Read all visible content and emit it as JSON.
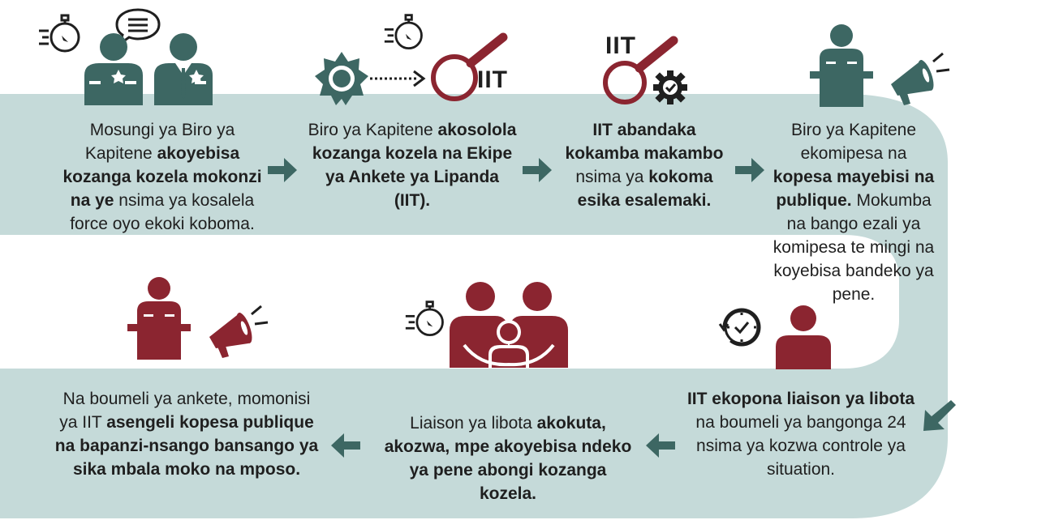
{
  "colors": {
    "band": "#c5dad9",
    "teal": "#3d6763",
    "maroon": "#8b2530",
    "dark": "#1f1f1f"
  },
  "steps": [
    {
      "segments": [
        {
          "t": "Mosungi ya Biro ya Kapitene ",
          "b": false
        },
        {
          "t": "akoyebisa kozanga kozela mokonzi na ye",
          "b": true
        },
        {
          "t": " nsima ya kosalela force oyo ekoki koboma.",
          "b": false
        }
      ]
    },
    {
      "segments": [
        {
          "t": "Biro ya Kapitene ",
          "b": false
        },
        {
          "t": "akosolola kozanga kozela na Ekipe ya Ankete ya Lipanda (IIT).",
          "b": true
        }
      ]
    },
    {
      "segments": [
        {
          "t": "IIT abandaka kokamba makambo",
          "b": true
        },
        {
          "t": " nsima ya ",
          "b": false
        },
        {
          "t": "kokoma esika esalemaki.",
          "b": true
        }
      ]
    },
    {
      "segments": [
        {
          "t": "Biro ya Kapitene ekomipesa na ",
          "b": false
        },
        {
          "t": "kopesa mayebisi na publique.",
          "b": true
        },
        {
          "t": " Mokumba na bango ezali ya komipesa te mingi na koyebisa bandeko ya pene.",
          "b": false
        }
      ]
    },
    {
      "segments": [
        {
          "t": "IIT ekopona liaison ya libota",
          "b": true
        },
        {
          "t": " na boumeli ya bangonga 24 nsima ya kozwa controle ya situation.",
          "b": false
        }
      ]
    },
    {
      "segments": [
        {
          "t": "Liaison ya libota ",
          "b": false
        },
        {
          "t": "akokuta, akozwa, mpe akoyebisa ndeko ya pene abongi kozanga kozela.",
          "b": true
        }
      ]
    },
    {
      "segments": [
        {
          "t": "Na boumeli ya ankete, momonisi ya IIT ",
          "b": false
        },
        {
          "t": "asengeli kopesa publique na bapanzi-nsango bansango ya sika mbala moko na mposo.",
          "b": true
        }
      ]
    }
  ],
  "icons": {
    "iit_label_1": "IIT",
    "iit_label_2": "IIT",
    "names": [
      "stopwatch-icon",
      "speech-bubble-icon",
      "officer-icon",
      "badge-icon",
      "magnifier-icon",
      "gear-check-icon",
      "podium-speaker-icon",
      "megaphone-icon",
      "clock-icon",
      "person-icon",
      "family-icon"
    ]
  }
}
